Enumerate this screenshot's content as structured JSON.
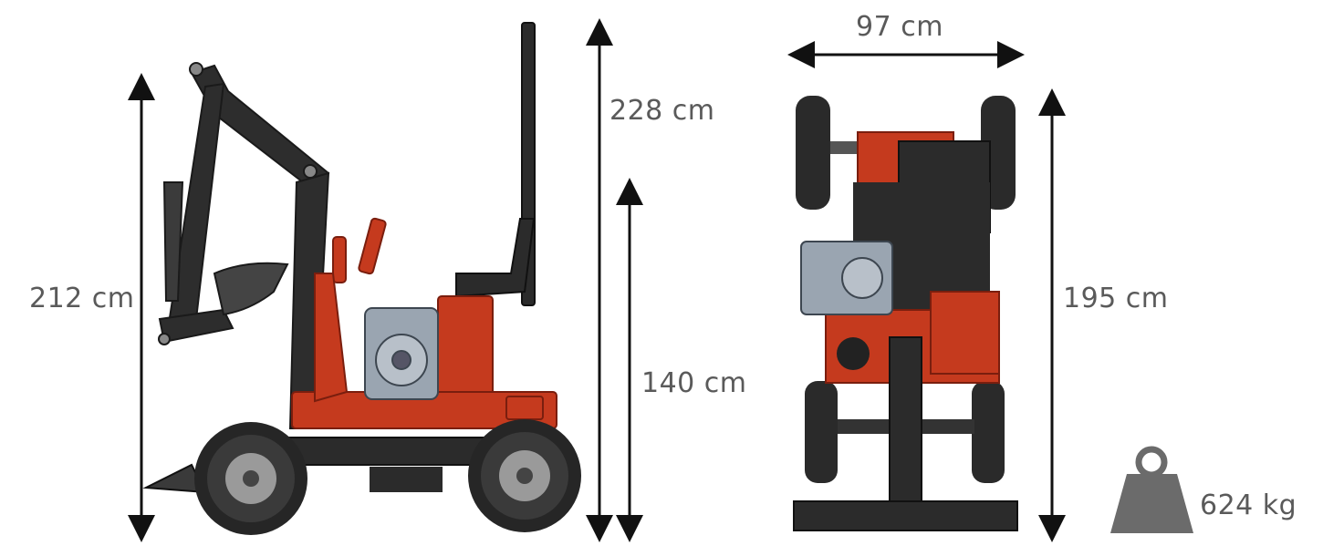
{
  "dimensions": {
    "side_total_height": "212 cm",
    "side_max_height": "228 cm",
    "side_seat_height": "140 cm",
    "top_width": "97 cm",
    "top_length": "195 cm",
    "weight": "624 kg"
  },
  "colors": {
    "frame": "#2b2b2b",
    "body": "#c53a1e",
    "engine": "#8f9aa8",
    "arrow": "#111111",
    "weight_icon": "#6b6b6b",
    "label": "#5a5a5a"
  },
  "icons": {
    "weight": "weight-icon"
  }
}
